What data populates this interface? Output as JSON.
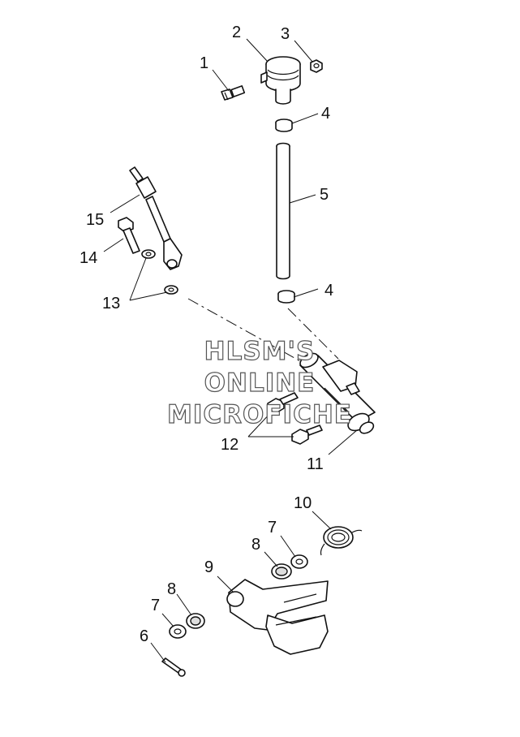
{
  "callouts": {
    "c1": "1",
    "c2": "2",
    "c3": "3",
    "c4a": "4",
    "c4b": "4",
    "c5": "5",
    "c6": "6",
    "c7a": "7",
    "c7b": "7",
    "c8a": "8",
    "c8b": "8",
    "c9": "9",
    "c10": "10",
    "c11": "11",
    "c12": "12",
    "c13": "13",
    "c14": "14",
    "c15": "15"
  },
  "watermark": {
    "line1": "HLSM'S",
    "line2": "ONLINE",
    "line3": "MICROFICHE"
  }
}
